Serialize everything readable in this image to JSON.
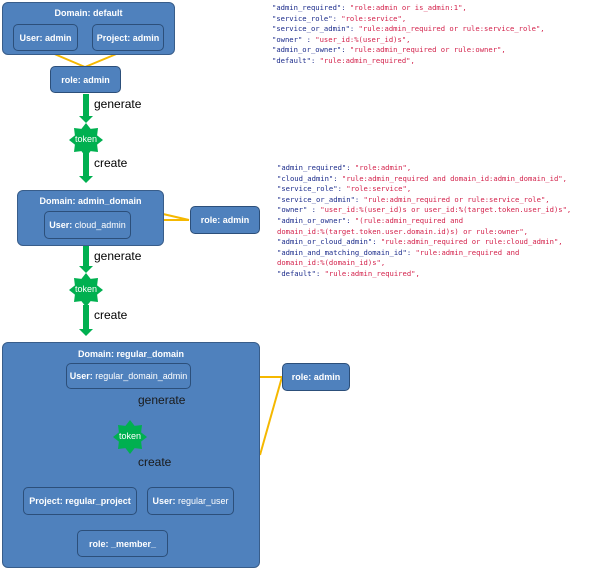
{
  "diagram": {
    "section1": {
      "domain_title": "Domain: default",
      "user": {
        "key": "User:",
        "value": "admin"
      },
      "project": {
        "key": "Project:",
        "value": "admin"
      },
      "role": {
        "key": "role:",
        "value": "admin"
      },
      "generate_label": "generate",
      "token_label": "token",
      "create_label": "create"
    },
    "section2": {
      "domain_title": "Domain: admin_domain",
      "user": {
        "key": "User:",
        "value": "cloud_admin"
      },
      "role": {
        "key": "role:",
        "value": "admin"
      },
      "generate_label": "generate",
      "token_label": "token",
      "create_label": "create"
    },
    "section3": {
      "domain_title": "Domain: regular_domain",
      "user_admin": {
        "key": "User:",
        "value": "regular_domain_admin"
      },
      "role_admin": {
        "key": "role:",
        "value": "admin"
      },
      "generate_label": "generate",
      "token_label": "token",
      "create_label": "create",
      "project": {
        "key": "Project:",
        "value": "regular_project"
      },
      "user": {
        "key": "User:",
        "value": "regular_user"
      },
      "role_member": {
        "key": "role:",
        "value": "_member_"
      }
    },
    "colors": {
      "box_fill": "#4f81bd",
      "box_border": "#385d8a",
      "token_green": "#00b050",
      "connector_yellow": "#f5b800",
      "code_key": "#1a2a8a",
      "code_value": "#d3204a"
    }
  },
  "policy_default": [
    {
      "key": "\"admin_required\"",
      "sep": ": ",
      "value": "\"role:admin or is_admin:1\","
    },
    {
      "key": "\"service_role\"",
      "sep": ": ",
      "value": "\"role:service\","
    },
    {
      "key": "\"service_or_admin\"",
      "sep": ": ",
      "value": "\"rule:admin_required or rule:service_role\","
    },
    {
      "key": "\"owner\"",
      "sep": " : ",
      "value": "\"user_id:%(user_id)s\","
    },
    {
      "key": "\"admin_or_owner\"",
      "sep": ": ",
      "value": "\"rule:admin_required or rule:owner\","
    },
    {
      "key": "\"default\"",
      "sep": ": ",
      "value": "\"rule:admin_required\","
    }
  ],
  "policy_cloud": [
    {
      "key": "\"admin_required\"",
      "sep": ": ",
      "value": "\"role:admin\","
    },
    {
      "key": "\"cloud_admin\"",
      "sep": ": ",
      "value": "\"rule:admin_required and domain_id:admin_domain_id\","
    },
    {
      "key": "\"service_role\"",
      "sep": ": ",
      "value": "\"role:service\","
    },
    {
      "key": "\"service_or_admin\"",
      "sep": ": ",
      "value": "\"rule:admin_required or rule:service_role\","
    },
    {
      "key": "\"owner\"",
      "sep": " : ",
      "value": "\"user_id:%(user_id)s or user_id:%(target.token.user_id)s\","
    },
    {
      "key": "\"admin_or_owner\"",
      "sep": ": ",
      "value": "\"(rule:admin_required and"
    },
    {
      "key": "",
      "sep": "",
      "value": "domain_id:%(target.token.user.domain.id)s) or rule:owner\","
    },
    {
      "key": "\"admin_or_cloud_admin\"",
      "sep": ": ",
      "value": "\"rule:admin_required or rule:cloud_admin\","
    },
    {
      "key": "\"admin_and_matching_domain_id\"",
      "sep": ": ",
      "value": "\"rule:admin_required and"
    },
    {
      "key": "",
      "sep": "",
      "value": "domain_id:%(domain_id)s\","
    },
    {
      "key": "\"default\"",
      "sep": ": ",
      "value": "\"rule:admin_required\","
    }
  ]
}
